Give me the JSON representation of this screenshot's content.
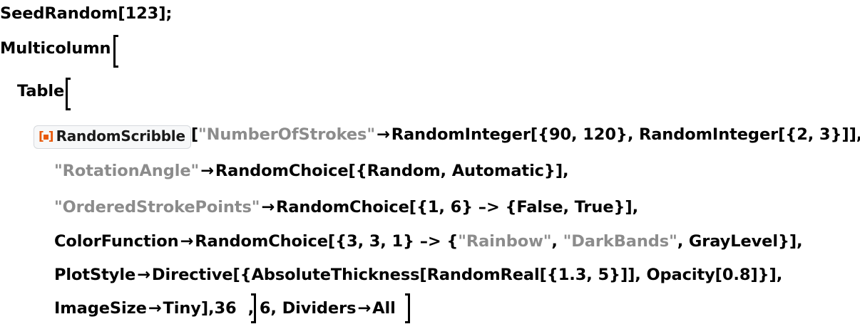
{
  "notebook": {
    "background": "#ffffff",
    "text_color": "#000000",
    "string_color": "#8c8c8c",
    "resource_accent": "#e8590c",
    "resource_box_bg": "#f7f8f9",
    "resource_box_border": "#d6d9dd"
  },
  "code": {
    "line1": {
      "head": "SeedRandom",
      "open": "[",
      "arg": "123",
      "close": "]",
      "semicolon": ";"
    },
    "line2": {
      "head": "Multicolumn",
      "bracket": "["
    },
    "line3": {
      "head": "Table",
      "bracket": "["
    },
    "line4": {
      "resource_icon": "resource-function-icon",
      "resource_name": "RandomScribble",
      "open": "[",
      "option_key": "\"NumberOfStrokes\"",
      "arrow": "→",
      "value": "RandomInteger[{90, 120}, RandomInteger[{2, 3}]],"
    },
    "line5": {
      "option_key": "\"RotationAngle\"",
      "arrow": "→",
      "value": "RandomChoice[{Random, Automatic}],"
    },
    "line6": {
      "option_key": "\"OrderedStrokePoints\"",
      "arrow": "→",
      "value": "RandomChoice[{1, 6} –> {False, True}],"
    },
    "line7": {
      "option_key": "ColorFunction",
      "arrow": "→",
      "value_pre": "RandomChoice[{3, 3, 1} –> {",
      "str1": "\"Rainbow\"",
      "sep1": ", ",
      "str2": "\"DarkBands\"",
      "sep2": ", ",
      "sym1": "GrayLevel",
      "value_post": "}],"
    },
    "line8": {
      "option_key": "PlotStyle",
      "arrow": "→",
      "value": "Directive[{AbsoluteThickness[RandomReal[{1.3, 5}]], Opacity[0.8]}],"
    },
    "line9": {
      "option_key": "ImageSize",
      "arrow": "→",
      "value": "Tiny],",
      "table_count": "36",
      "table_close": "]",
      "comma1": ", ",
      "multicolumn_cols": "6",
      "comma2": ", ",
      "dividers_key": "Dividers",
      "dividers_arrow": "→",
      "dividers_value": "All",
      "multicolumn_close": "]"
    }
  }
}
